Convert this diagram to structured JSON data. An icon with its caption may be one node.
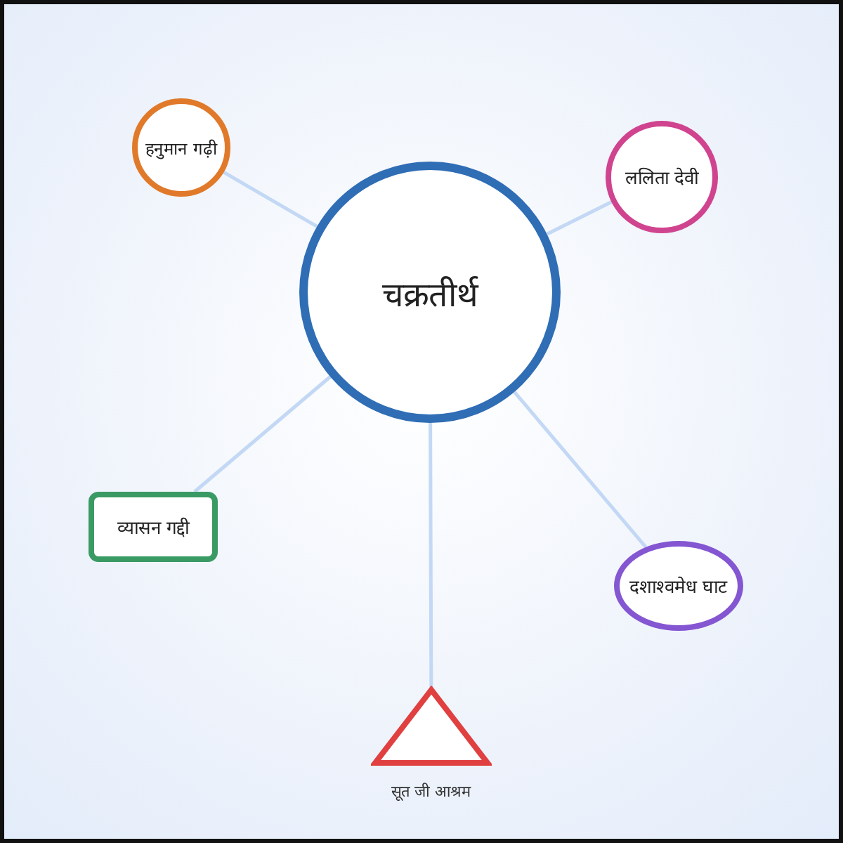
{
  "diagram": {
    "nodes": [
      {
        "text": [
          "चक्रतीर्थ"
        ]
      },
      {
        "text": [
          "हनुमान गढ़ी"
        ]
      },
      {
        "text": [
          "ललिता देवी"
        ]
      },
      {
        "text": [
          "व्यासन गद्दी"
        ]
      },
      {
        "text": [
          "दशाश्वमेध घाट"
        ]
      },
      {
        "text": [
          "सूत जी आश्रम"
        ]
      }
    ],
    "edges": [
      {
        "from": 0,
        "to": 1,
        "arrow": "none"
      },
      {
        "from": 0,
        "to": 2,
        "arrow": "none"
      },
      {
        "from": 0,
        "to": 3,
        "arrow": "none"
      },
      {
        "from": 0,
        "to": 4,
        "arrow": "none"
      },
      {
        "from": 0,
        "to": 5,
        "arrow": "none"
      }
    ]
  }
}
